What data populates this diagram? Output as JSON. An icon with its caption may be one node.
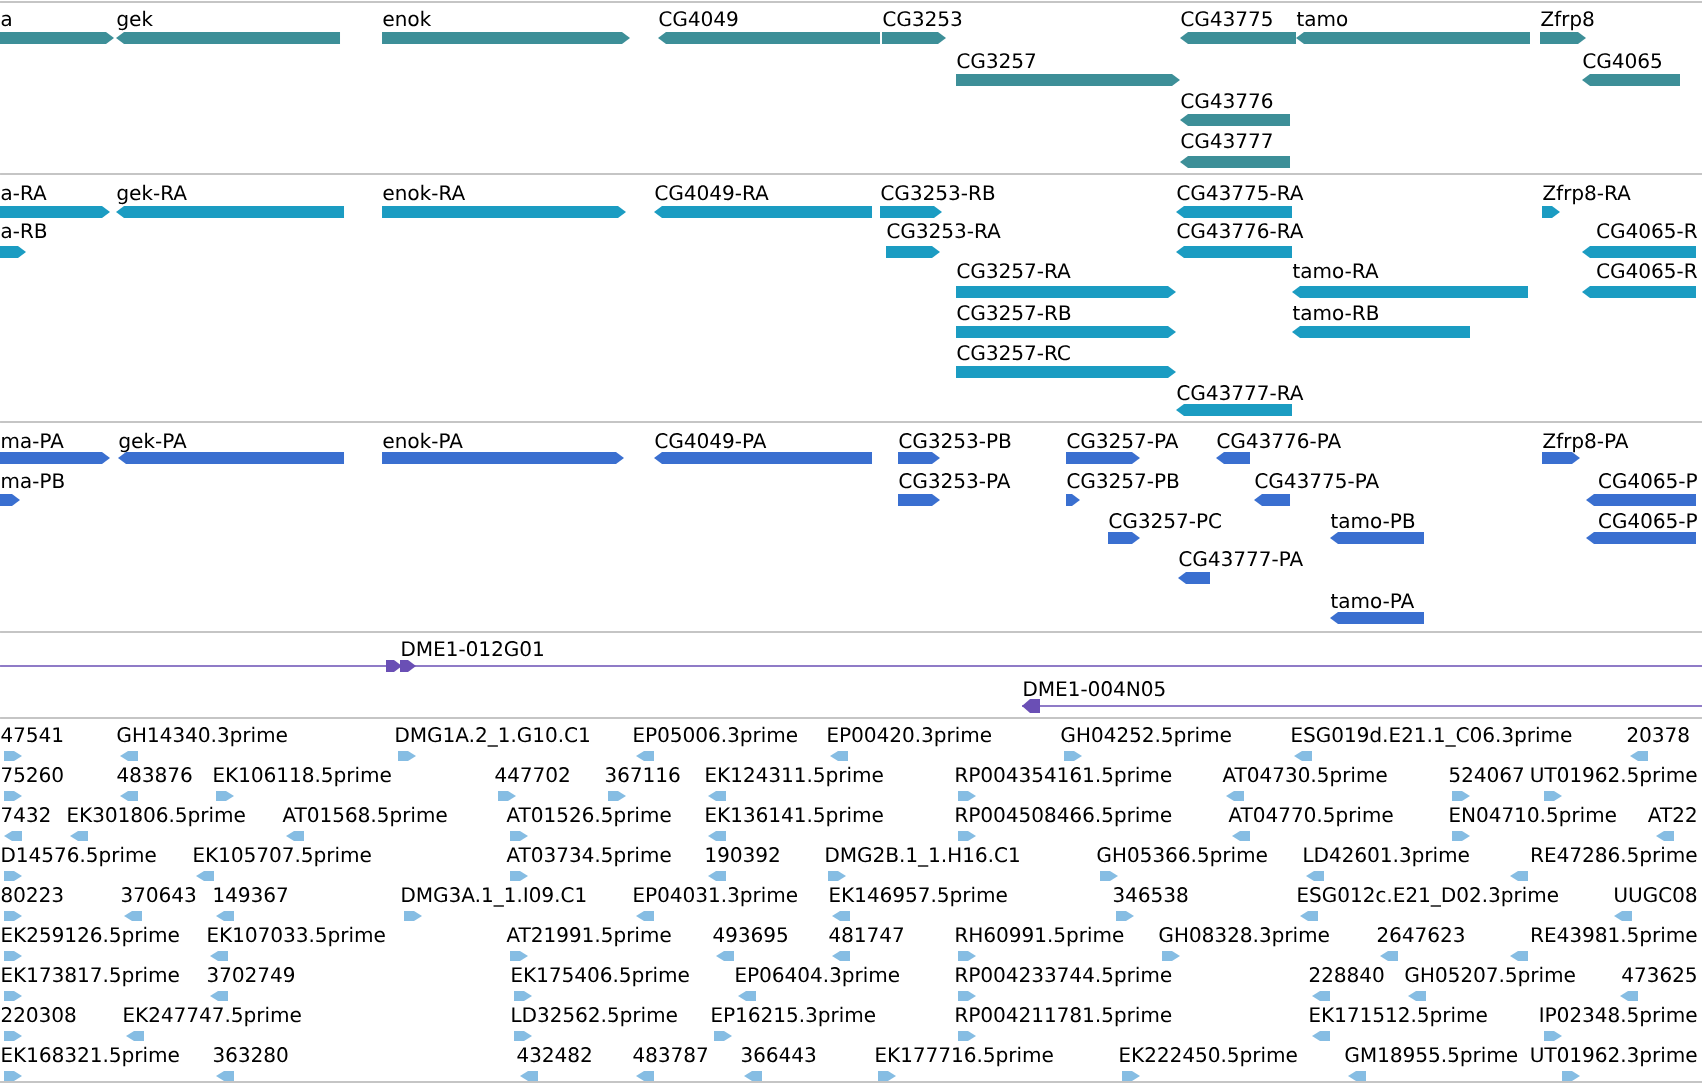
{
  "diagram": {
    "labels": [
      "a",
      "gek",
      "enok",
      "CG4049",
      "CG3253",
      "CG43775",
      "tamo",
      "Zfrp8",
      "CG3257",
      "CG4065",
      "CG43776",
      "CG43777",
      "a-RA",
      "gek-RA",
      "enok-RA",
      "CG4049-RA",
      "CG3253-RB",
      "CG43775-RA",
      "Zfrp8-RA",
      "a-RB",
      "CG3253-RA",
      "CG43776-RA",
      "CG4065-R",
      "CG3257-RA",
      "tamo-RA",
      "CG4065-R",
      "CG3257-RB",
      "tamo-RB",
      "CG3257-RC",
      "CG43777-RA",
      "ma-PA",
      "gek-PA",
      "enok-PA",
      "CG4049-PA",
      "CG3253-PB",
      "CG3257-PA",
      "CG43776-PA",
      "Zfrp8-PA",
      "ma-PB",
      "CG3253-PA",
      "CG3257-PB",
      "CG43775-PA",
      "CG4065-P",
      "CG3257-PC",
      "tamo-PB",
      "CG4065-P",
      "CG43777-PA",
      "tamo-PA",
      "DME1-012G01",
      "DME1-004N05",
      "47541",
      "GH14340.3prime",
      "DMG1A.2_1.G10.C1",
      "EP05006.3prime",
      "EP00420.3prime",
      "GH04252.5prime",
      "ESG019d.E21.1_C06.3prime",
      "20378",
      "75260",
      "483876",
      "EK106118.5prime",
      "447702",
      "367116",
      "EK124311.5prime",
      "RP004354161.5prime",
      "AT04730.5prime",
      "524067",
      "UT01962.5prime",
      "7432",
      "EK301806.5prime",
      "AT01568.5prime",
      "AT01526.5prime",
      "EK136141.5prime",
      "RP004508466.5prime",
      "AT04770.5prime",
      "EN04710.5prime",
      "AT22",
      "D14576.5prime",
      "EK105707.5prime",
      "AT03734.5prime",
      "190392",
      "DMG2B.1_1.H16.C1",
      "GH05366.5prime",
      "LD42601.3prime",
      "RE47286.5prime",
      "80223",
      "370643",
      "149367",
      "DMG3A.1_1.I09.C1",
      "EP04031.3prime",
      "EK146957.5prime",
      "346538",
      "ESG012c.E21_D02.3prime",
      "UUGC08",
      "EK259126.5prime",
      "EK107033.5prime",
      "AT21991.5prime",
      "493695",
      "481747",
      "RH60991.5prime",
      "GH08328.3prime",
      "2647623",
      "RE43981.5prime",
      "EK173817.5prime",
      "3702749",
      "EK175406.5prime",
      "EP06404.3prime",
      "RP004233744.5prime",
      "228840",
      "GH05207.5prime",
      "473625",
      "220308",
      "EK247747.5prime",
      "LD32562.5prime",
      "EP16215.3prime",
      "RP004211781.5prime",
      "EK171512.5prime",
      "IP02348.5prime",
      "EK168321.5prime",
      "363280",
      "432482",
      "483787",
      "366443",
      "EK177716.5prime",
      "EK222450.5prime",
      "GM18955.5prime",
      "UT01962.3prime"
    ]
  }
}
